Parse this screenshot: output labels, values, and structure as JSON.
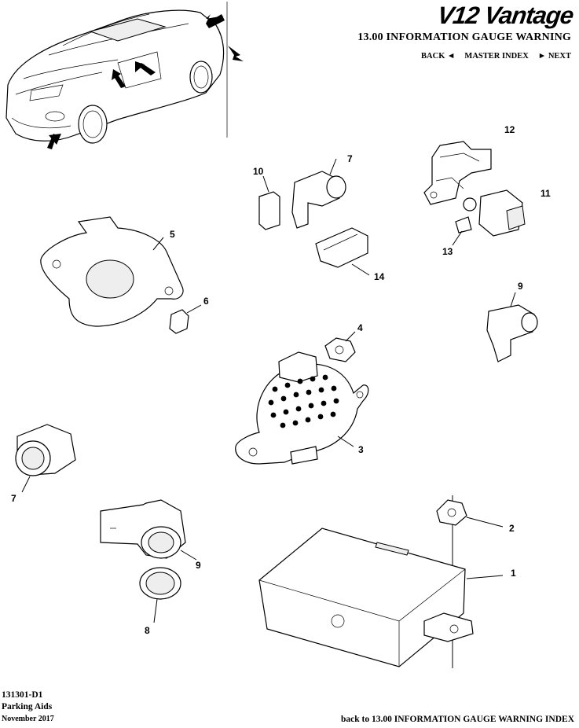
{
  "header": {
    "logo_text": "V12 Vantage",
    "section_title": "13.00 INFORMATION GAUGE WARNING",
    "nav": {
      "back": "BACK ◄",
      "master_index": "MASTER INDEX",
      "next": "► NEXT"
    }
  },
  "callouts": [
    "12",
    "7",
    "10",
    "11",
    "5",
    "13",
    "14",
    "6",
    "9",
    "4",
    "3",
    "7",
    "2",
    "9",
    "1",
    "8"
  ],
  "footer": {
    "doc_code": "131301-D1",
    "doc_title": "Parking Aids",
    "date": "November 2017",
    "back_link": "back to 13.00 INFORMATION GAUGE WARNING INDEX"
  }
}
